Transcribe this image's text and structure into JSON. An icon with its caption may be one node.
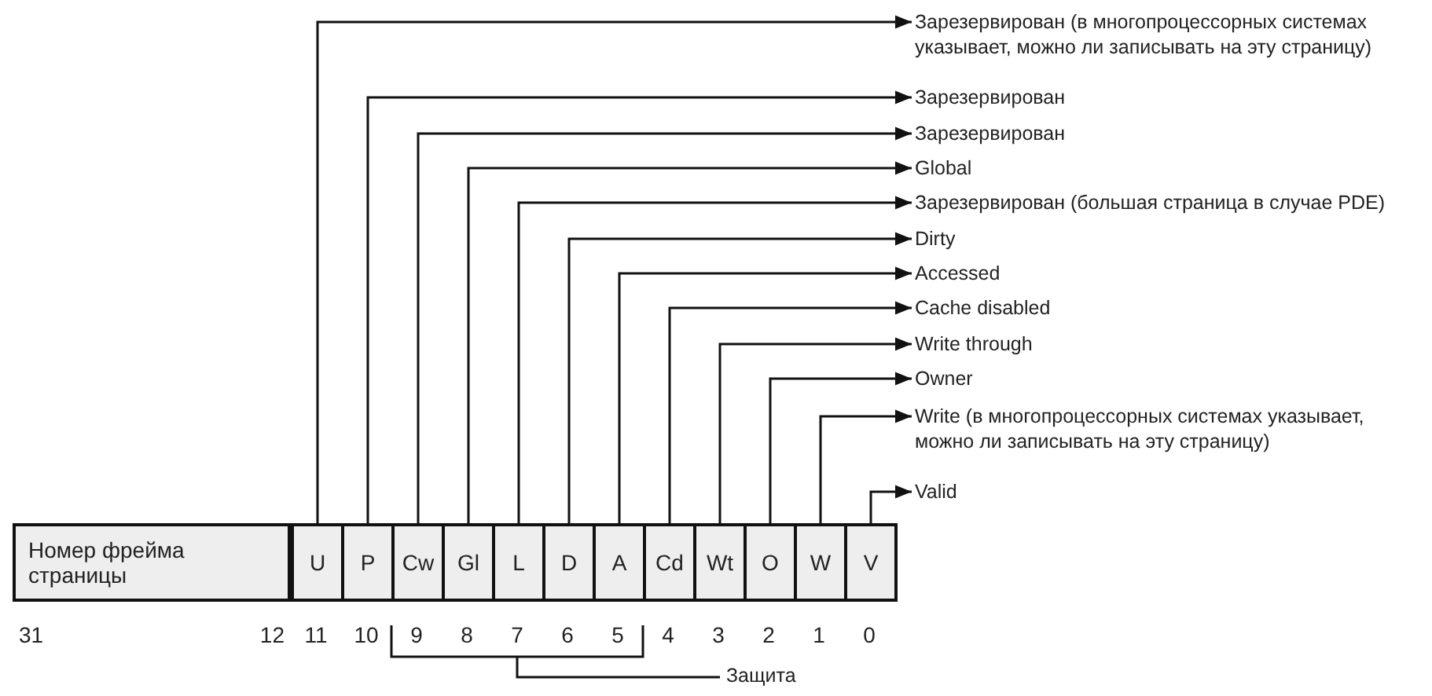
{
  "diagram": {
    "nodes": [
      {
        "text": [
          "Номер фрейма страницы"
        ]
      },
      {
        "text": [
          "U"
        ]
      },
      {
        "text": [
          "P"
        ]
      },
      {
        "text": [
          "Cw"
        ]
      },
      {
        "text": [
          "Gl"
        ]
      },
      {
        "text": [
          "L"
        ]
      },
      {
        "text": [
          "D"
        ]
      },
      {
        "text": [
          "A"
        ]
      },
      {
        "text": [
          "Cd"
        ]
      },
      {
        "text": [
          "Wt"
        ]
      },
      {
        "text": [
          "O"
        ]
      },
      {
        "text": [
          "W"
        ]
      },
      {
        "text": [
          "V"
        ]
      },
      {
        "text": [
          "Зарезервирован (в многопроцессорных системах указывает, можно ли записывать на эту страницу)"
        ]
      },
      {
        "text": [
          "Зарезервирован"
        ]
      },
      {
        "text": [
          "Зарезервирован"
        ]
      },
      {
        "text": [
          "Global"
        ]
      },
      {
        "text": [
          "Зарезервирован (большая страница в случае PDE)"
        ]
      },
      {
        "text": [
          "Dirty"
        ]
      },
      {
        "text": [
          "Accessed"
        ]
      },
      {
        "text": [
          "Cache disabled"
        ]
      },
      {
        "text": [
          "Write through"
        ]
      },
      {
        "text": [
          "Owner"
        ]
      },
      {
        "text": [
          "Write (в многопроцессорных системах указывает, можно ли записывать на эту страницу)"
        ]
      },
      {
        "text": [
          "Valid"
        ]
      }
    ],
    "edges": [
      {
        "from": 1,
        "to": 13,
        "arrow": "to"
      },
      {
        "from": 2,
        "to": 14,
        "arrow": "to"
      },
      {
        "from": 3,
        "to": 15,
        "arrow": "to"
      },
      {
        "from": 4,
        "to": 16,
        "arrow": "to"
      },
      {
        "from": 5,
        "to": 17,
        "arrow": "to"
      },
      {
        "from": 6,
        "to": 18,
        "arrow": "to"
      },
      {
        "from": 7,
        "to": 19,
        "arrow": "to"
      },
      {
        "from": 8,
        "to": 20,
        "arrow": "to"
      },
      {
        "from": 9,
        "to": 21,
        "arrow": "to"
      },
      {
        "from": 10,
        "to": 22,
        "arrow": "to"
      },
      {
        "from": 11,
        "to": 23,
        "arrow": "to"
      },
      {
        "from": 12,
        "to": 24,
        "arrow": "to"
      }
    ],
    "labels": [
      "31",
      "12",
      "11",
      "10",
      "9",
      "8",
      "7",
      "6",
      "5",
      "4",
      "3",
      "2",
      "1",
      "0",
      "Защита"
    ]
  }
}
